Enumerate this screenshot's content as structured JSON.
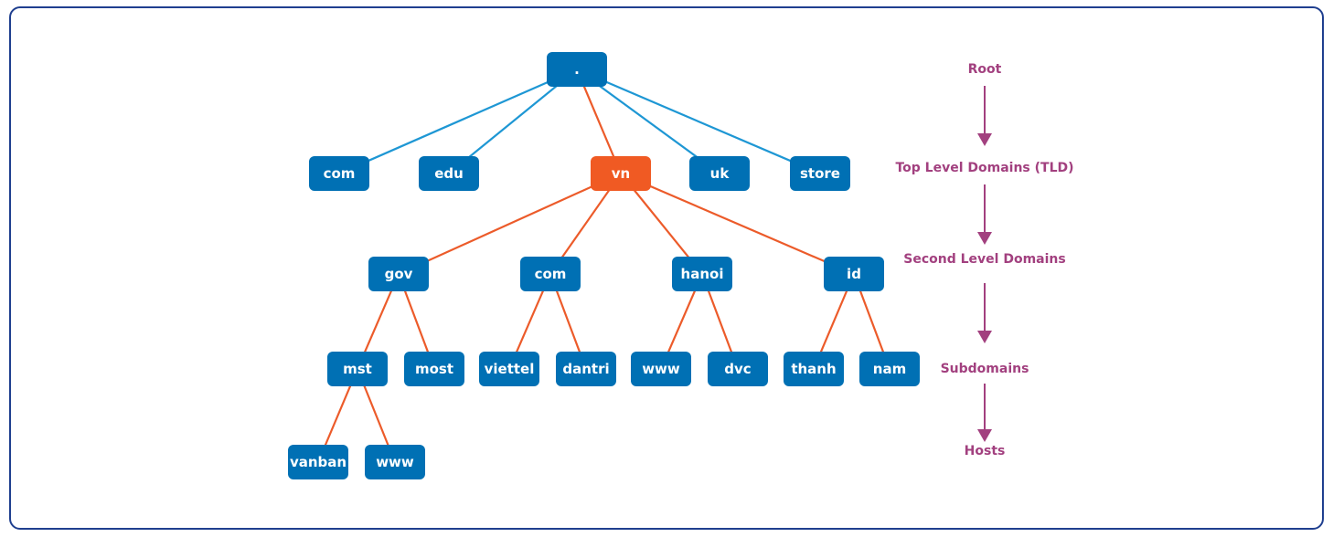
{
  "colors": {
    "node": "#0070b4",
    "highlight": "#f05a23",
    "edge_root": "#1e97d4",
    "edge_highlight": "#ec5b2a",
    "level_text": "#a2407f",
    "border": "#1f3f8f"
  },
  "tree": {
    "root": ".",
    "tlds": [
      "com",
      "edu",
      "vn",
      "uk",
      "store"
    ],
    "highlighted_tld": "vn",
    "second_level": [
      "gov",
      "com",
      "hanoi",
      "id"
    ],
    "subdomains": [
      "mst",
      "most",
      "viettel",
      "dantri",
      "www",
      "dvc",
      "thanh",
      "nam"
    ],
    "hosts": [
      "vanban",
      "www"
    ]
  },
  "levels": [
    "Root",
    "Top Level Domains (TLD)",
    "Second Level Domains",
    "Subdomains",
    "Hosts"
  ]
}
